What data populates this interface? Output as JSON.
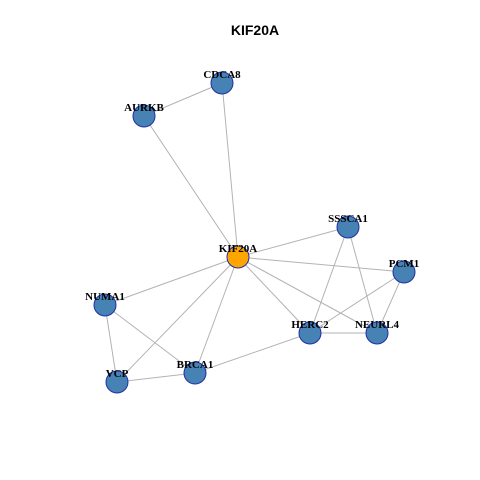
{
  "title": "KIF20A",
  "colors": {
    "center_node": "#FFA500",
    "node": "#4682B4",
    "node_border": "#1F2EA8",
    "edge": "#B3B3B3"
  },
  "nodes": [
    {
      "id": "CDCA8",
      "label": "CDCA8",
      "center": false
    },
    {
      "id": "AURKB",
      "label": "AURKB",
      "center": false
    },
    {
      "id": "SSSCA1",
      "label": "SSSCA1",
      "center": false
    },
    {
      "id": "KIF20A",
      "label": "KIF20A",
      "center": true
    },
    {
      "id": "PCM1",
      "label": "PCM1",
      "center": false
    },
    {
      "id": "NUMA1",
      "label": "NUMA1",
      "center": false
    },
    {
      "id": "HERC2",
      "label": "HERC2",
      "center": false
    },
    {
      "id": "NEURL4",
      "label": "NEURL4",
      "center": false
    },
    {
      "id": "BRCA1",
      "label": "BRCA1",
      "center": false
    },
    {
      "id": "VCP",
      "label": "VCP",
      "center": false
    }
  ],
  "edges": [
    [
      "CDCA8",
      "AURKB"
    ],
    [
      "CDCA8",
      "KIF20A"
    ],
    [
      "AURKB",
      "KIF20A"
    ],
    [
      "KIF20A",
      "SSSCA1"
    ],
    [
      "KIF20A",
      "PCM1"
    ],
    [
      "KIF20A",
      "NUMA1"
    ],
    [
      "KIF20A",
      "HERC2"
    ],
    [
      "KIF20A",
      "NEURL4"
    ],
    [
      "KIF20A",
      "BRCA1"
    ],
    [
      "KIF20A",
      "VCP"
    ],
    [
      "SSSCA1",
      "HERC2"
    ],
    [
      "SSSCA1",
      "NEURL4"
    ],
    [
      "PCM1",
      "HERC2"
    ],
    [
      "PCM1",
      "NEURL4"
    ],
    [
      "HERC2",
      "NEURL4"
    ],
    [
      "HERC2",
      "BRCA1"
    ],
    [
      "NUMA1",
      "BRCA1"
    ],
    [
      "NUMA1",
      "VCP"
    ],
    [
      "BRCA1",
      "VCP"
    ]
  ]
}
